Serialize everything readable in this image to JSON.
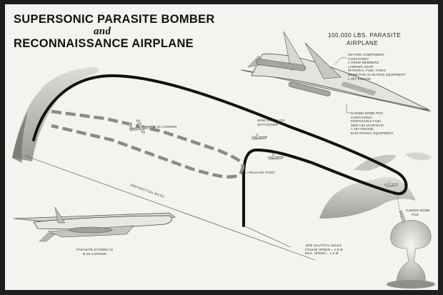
{
  "title": {
    "line1": "SUPERSONIC PARASITE BOMBER",
    "line2": "and",
    "line3": "RECONNAISSANCE AIRPLANE"
  },
  "labels": {
    "parasite_airplane": [
      "100,000 LBS. PARASITE",
      "AIRPLANE"
    ],
    "return_component": [
      "RETURN COMPONENT",
      "CONTAINING:",
      "2 CREW MEMBERS",
      "LANDING GEAR",
      "INTEGRAL FUEL TANKS",
      "BOMB POD GUIDANCE EQUIPMENT",
      "1 JET ENGINE"
    ],
    "guided_bomb_pod": [
      "GUIDED BOMB POD",
      "CONTAINING:",
      "DISPOSABLE FUEL",
      "3000 LBS WARHEAD",
      "1 JET ENGINE",
      "ELECTRONIC EQUIPMENT"
    ],
    "b36_carrier": "B-36 CARRIER",
    "wing_nacelles": [
      "WING NACELLES",
      "JETTISONED"
    ],
    "release_point": "RELEASE POINT",
    "nautical_2500": "2500 NAUTICAL MILES",
    "guided_bomb_pod_impact": [
      "GUIDED BOMB",
      "POD"
    ],
    "parasite_stowed": [
      "PARASITE STOWED IN",
      "B-36 CARRIER"
    ],
    "nautical_1500": [
      "1500 NAUTICAL MILES",
      "CRUISE SPEED = 1.5 M",
      "MAX. SPEED = 1.8 M"
    ]
  },
  "colors": {
    "poster_bg": "#f4f3ef",
    "frame": "#1e1e1e",
    "path_solid": "#111111",
    "path_dashed": "#8a8a8a"
  }
}
